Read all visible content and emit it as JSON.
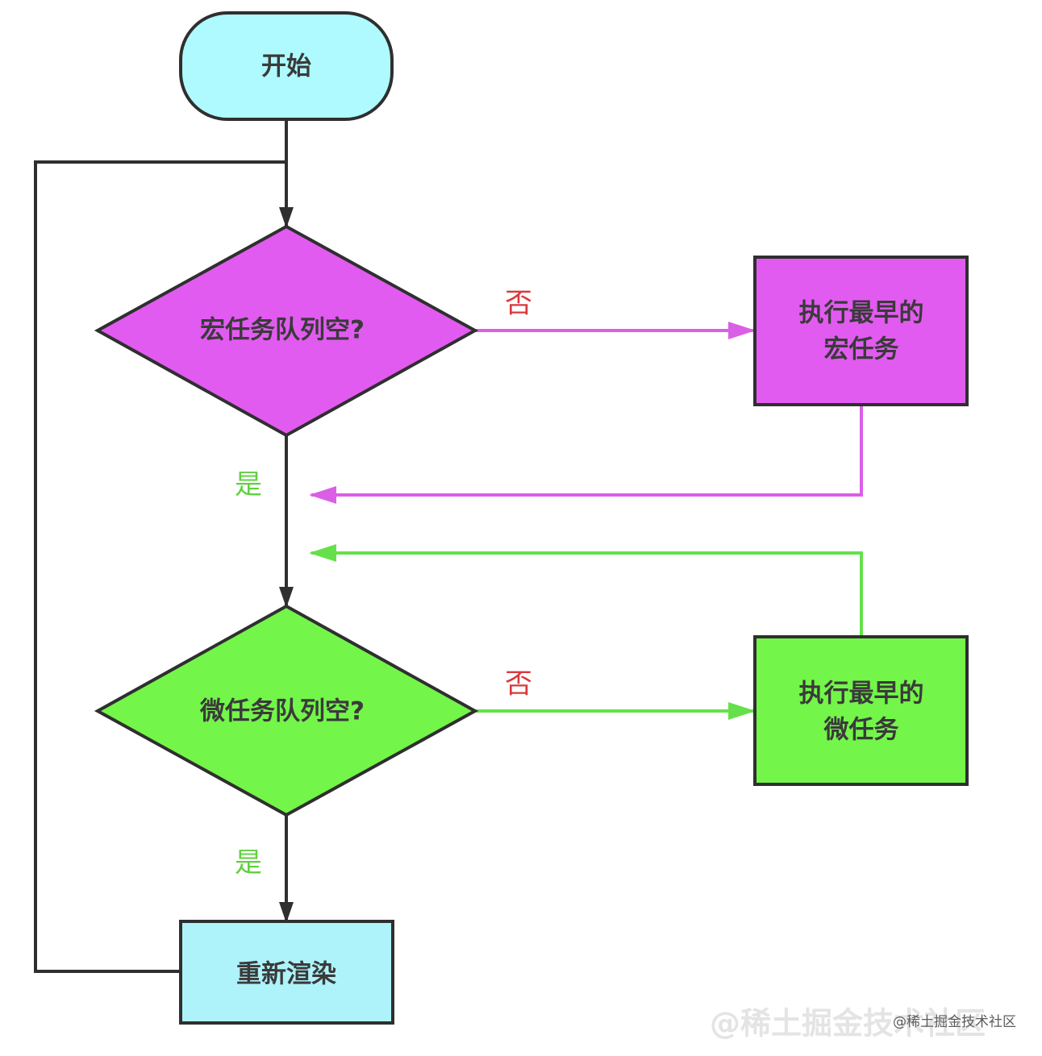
{
  "colors": {
    "terminal_fill": "#aefaff",
    "macro_fill": "#e25bf0",
    "micro_fill": "#73f54a",
    "render_fill": "#aef3fa",
    "stroke": "#2f2f2f",
    "macro_edge": "#da5fe6",
    "micro_edge": "#66e04a",
    "no_label": "#d9393b",
    "yes_label": "#5fd13f"
  },
  "nodes": {
    "start": {
      "label": "开始"
    },
    "macro_decision": {
      "label": "宏任务队列空?"
    },
    "macro_action": {
      "lines": [
        "执行最早的",
        "宏任务"
      ]
    },
    "micro_decision": {
      "label": "微任务队列空?"
    },
    "micro_action": {
      "lines": [
        "执行最早的",
        "微任务"
      ]
    },
    "render": {
      "label": "重新渲染"
    }
  },
  "edges": {
    "macro_no": "否",
    "macro_yes": "是",
    "micro_no": "否",
    "micro_yes": "是"
  },
  "watermark": {
    "large": "@稀土掘金技术社区",
    "small": "@稀土掘金技术社区"
  }
}
